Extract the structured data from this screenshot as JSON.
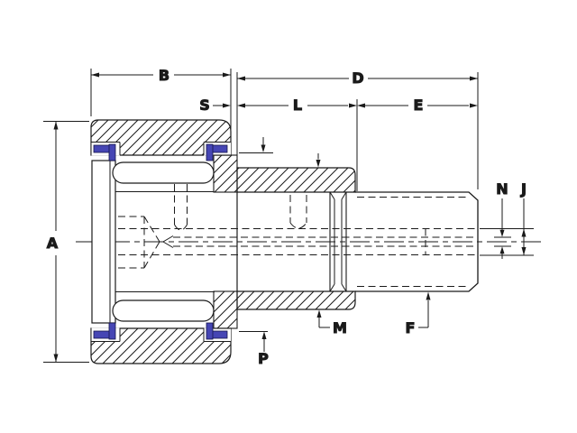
{
  "drawing": {
    "type": "engineering-cross-section",
    "subject": "stud-type cam follower bearing dimensional drawing",
    "background": "#ffffff",
    "line_color": "#1a1a1a",
    "seal_color": "#4646b4",
    "labels": {
      "A": "A",
      "B": "B",
      "S": "S",
      "D": "D",
      "L": "L",
      "E": "E",
      "N": "N",
      "J": "J",
      "M": "M",
      "F": "F",
      "P": "P"
    }
  }
}
